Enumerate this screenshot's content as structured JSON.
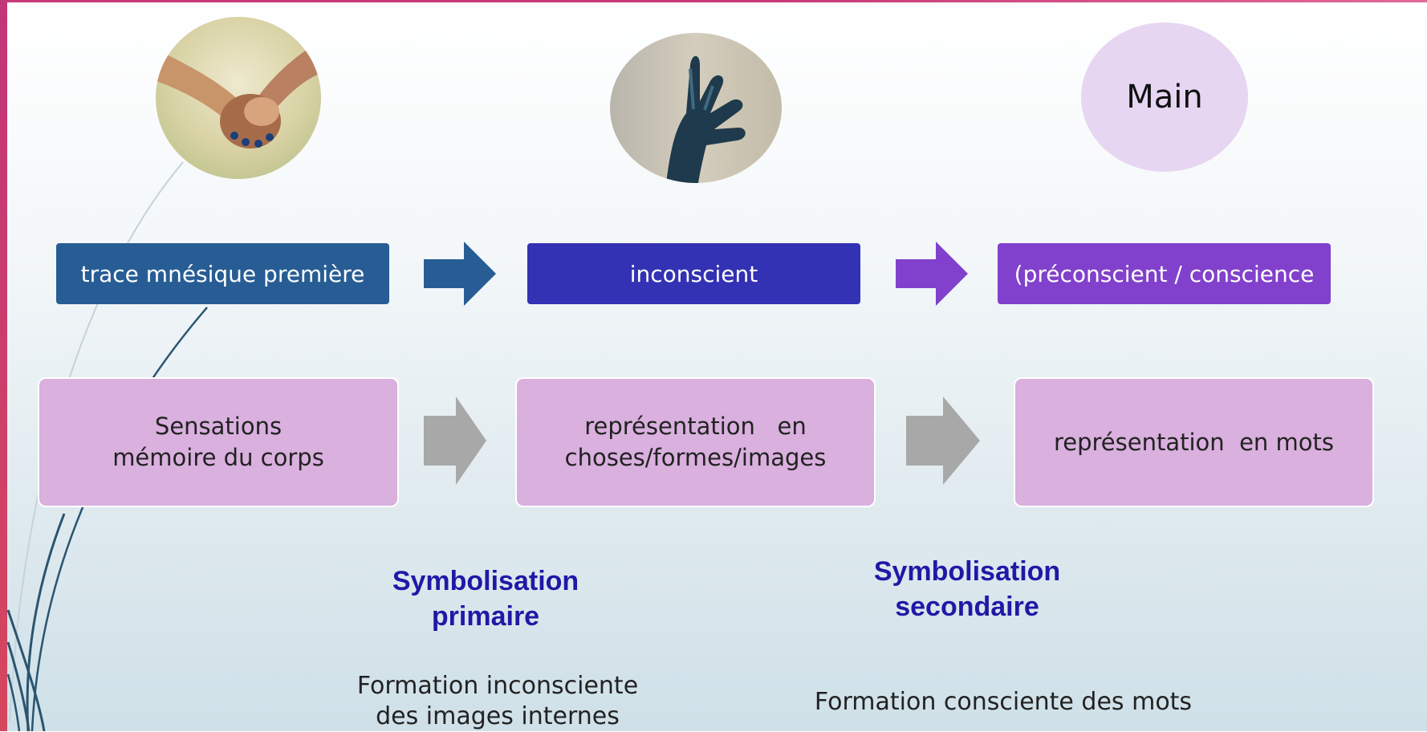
{
  "diagram": {
    "circles": {
      "hands_image": "hands-holding-photo",
      "statue_image": "statue-hand-photo",
      "main_label": "Main"
    },
    "top_row": {
      "box1": "trace mnésique première",
      "box2": "inconscient",
      "box3": "(préconscient / conscience"
    },
    "bottom_row": {
      "box1_line1": "Sensations",
      "box1_line2": "mémoire du corps",
      "box2_line1": "représentation   en",
      "box2_line2": "choses/formes/images",
      "box3": "représentation  en mots"
    },
    "symbolisation": {
      "primary_line1": "Symbolisation",
      "primary_line2": "primaire",
      "primary_desc_line1": "Formation inconsciente",
      "primary_desc_line2": "des images internes",
      "secondary_line1": "Symbolisation",
      "secondary_line2": "secondaire",
      "secondary_desc": "Formation consciente des mots"
    },
    "colors": {
      "box_trace": "#275d94",
      "box_inconscient": "#3331b4",
      "box_preconscient": "#8141cc",
      "pink_box": "#d9b0de",
      "grey_arrow": "#a8a8a8",
      "title_blue": "#2118a6"
    }
  }
}
